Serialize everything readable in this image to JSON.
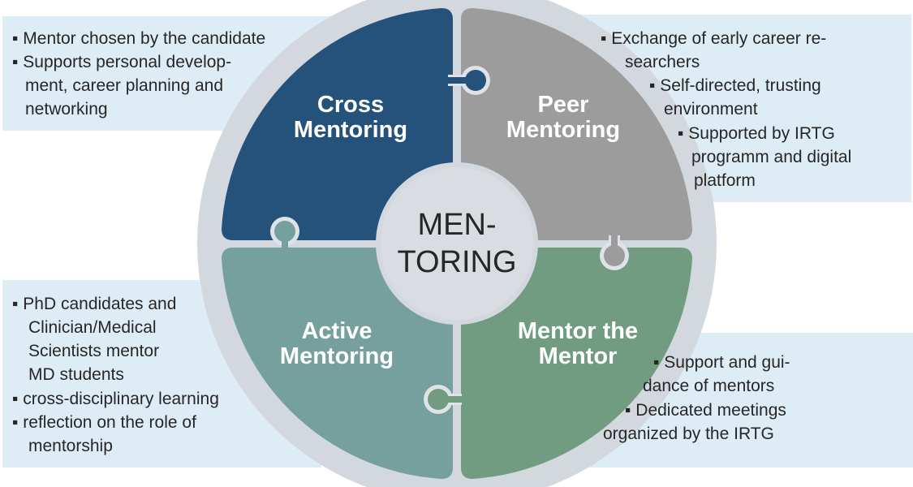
{
  "center": {
    "line1": "MEN-",
    "line2": "TORING"
  },
  "quadrants": {
    "cross": {
      "title1": "Cross",
      "title2": "Mentoring",
      "color": "#25527a",
      "lines": [
        "▪ Mentor chosen by the candidate",
        "▪ Supports personal develop-",
        "ment, career planning and",
        "networking"
      ]
    },
    "peer": {
      "title1": "Peer",
      "title2": "Mentoring",
      "color": "#9c9c9c",
      "lines": [
        "▪ Exchange of early career re-",
        "searchers",
        "▪ Self-directed, trusting",
        "environment",
        "▪ Supported by IRTG",
        "programm and digital",
        "platform"
      ]
    },
    "active": {
      "title1": "Active",
      "title2": "Mentoring",
      "color": "#76a09e",
      "lines": [
        "▪ PhD candidates and",
        "Clinician/Medical",
        "Scientists mentor",
        "MD students",
        "▪ cross-disciplinary learning",
        "▪ reflection on the role of",
        "mentorship"
      ]
    },
    "mentor": {
      "title1": "Mentor the",
      "title2": "Mentor",
      "color": "#729c82",
      "lines": [
        "▪ Support and gui-",
        "dance of mentors",
        "▪ Dedicated meetings",
        "organized by the IRTG"
      ]
    }
  },
  "colors": {
    "ring": "#d3d8de",
    "center": "#d9dde2",
    "box": "#deedf5"
  }
}
